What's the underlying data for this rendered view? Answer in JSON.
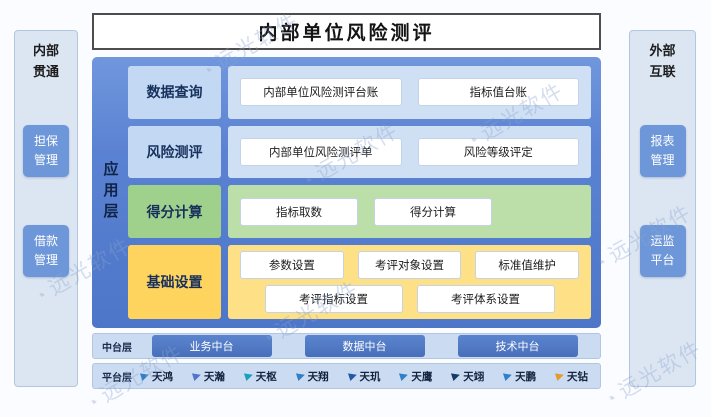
{
  "title": "内部单位风险测评",
  "watermark": {
    "text": "远光软件"
  },
  "left_panel": {
    "label": "内部贯通",
    "buttons": [
      {
        "label": "担保管理"
      },
      {
        "label": "借款管理"
      }
    ]
  },
  "right_panel": {
    "label": "外部互联",
    "buttons": [
      {
        "label": "报表管理"
      },
      {
        "label": "运监平台"
      }
    ]
  },
  "app_layer": {
    "label": "应用层",
    "rows": [
      {
        "label": "数据查询",
        "items": [
          "内部单位风险测评台账",
          "指标值台账"
        ]
      },
      {
        "label": "风险测评",
        "items": [
          "内部单位风险测评单",
          "风险等级评定"
        ]
      },
      {
        "label": "得分计算",
        "items": [
          "指标取数",
          "得分计算"
        ]
      },
      {
        "label": "基础设置",
        "items_line1": [
          "参数设置",
          "考评对象设置",
          "标准值维护"
        ],
        "items_line2": [
          "考评指标设置",
          "考评体系设置"
        ]
      }
    ]
  },
  "middle_layer": {
    "label": "中台层",
    "items": [
      "业务中台",
      "数据中台",
      "技术中台"
    ]
  },
  "platform_layer": {
    "label": "平台层",
    "items": [
      "天鸿",
      "天瀚",
      "天枢",
      "天翔",
      "天玑",
      "天鹰",
      "天翊",
      "天鹏",
      "天钻"
    ]
  },
  "colors": {
    "panel_blue": "#5b82d2",
    "row_blue_header": "#c3d9f3",
    "row_green_header": "#9fd18d",
    "row_yellow_header": "#ffd45e",
    "side_button_blue": "#6e97d9",
    "middle_button_blue": "#5079c4"
  }
}
